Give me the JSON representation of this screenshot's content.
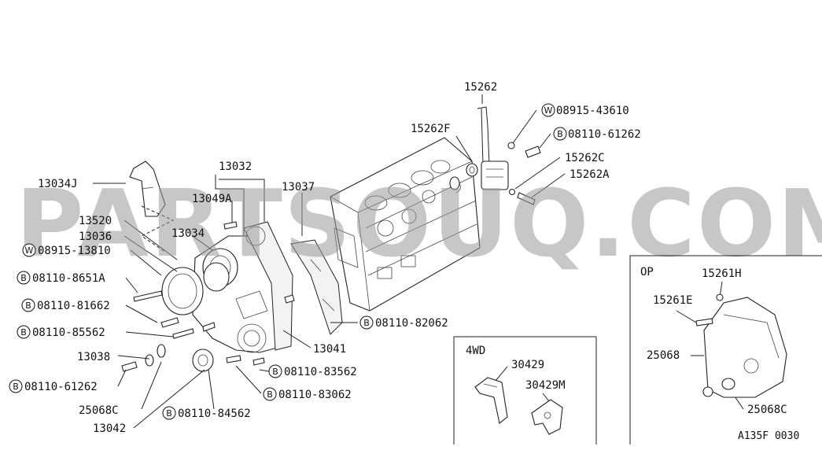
{
  "watermark": "PARTSOUQ.COM",
  "diagram_code": "A135F 0030",
  "labels": {
    "p15262": "15262",
    "p15262F": "15262F",
    "w0891543610": "08915-43610",
    "b0811061262_top": "08110-61262",
    "p15262C": "15262C",
    "p15262A": "15262A",
    "p13032": "13032",
    "p13049A": "13049A",
    "p13037": "13037",
    "p13034J": "13034J",
    "p13520": "13520",
    "p13036": "13036",
    "p13034": "13034",
    "w0891513810": "08915-13810",
    "b081108651A": "08110-8651A",
    "b0811081662": "08110-81662",
    "b0811085562": "08110-85562",
    "b0811082062": "08110-82062",
    "p13041": "13041",
    "p13038": "13038",
    "b0811061262_bottom": "08110-61262",
    "b0811083562": "08110-83562",
    "b0811083062": "08110-83062",
    "p25068C": "25068C",
    "b0811084562": "08110-84562",
    "p13042": "13042"
  },
  "markers": {
    "washer": "W",
    "bolt": "B"
  },
  "inset_4wd": {
    "title": "4WD",
    "p30429": "30429",
    "p30429M": "30429M"
  },
  "inset_op": {
    "title": "OP",
    "p15261H": "15261H",
    "p15261E": "15261E",
    "p25068": "25068",
    "p25068C": "25068C"
  }
}
